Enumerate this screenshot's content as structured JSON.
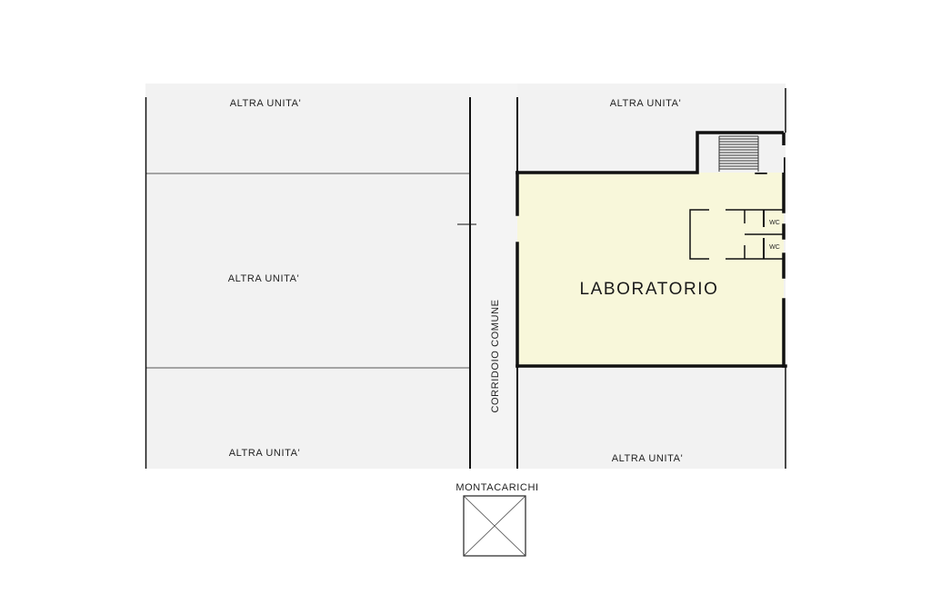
{
  "plan": {
    "units": {
      "top_left": "ALTRA UNITA'",
      "middle_left": "ALTRA UNITA'",
      "bottom_left": "ALTRA UNITA'",
      "top_right": "ALTRA UNITA'",
      "bottom_right": "ALTRA UNITA'"
    },
    "corridor_label": "CORRIDOIO COMUNE",
    "lab_label": "LABORATORIO",
    "wc_labels": [
      "WC",
      "WC"
    ],
    "lift_label": "MONTACARICHI"
  },
  "colors": {
    "background": "#ffffff",
    "unit_fill": "#f2f2f2",
    "lab_fill": "#f8f7da",
    "wall": "#111111",
    "thin_line": "#555555"
  }
}
